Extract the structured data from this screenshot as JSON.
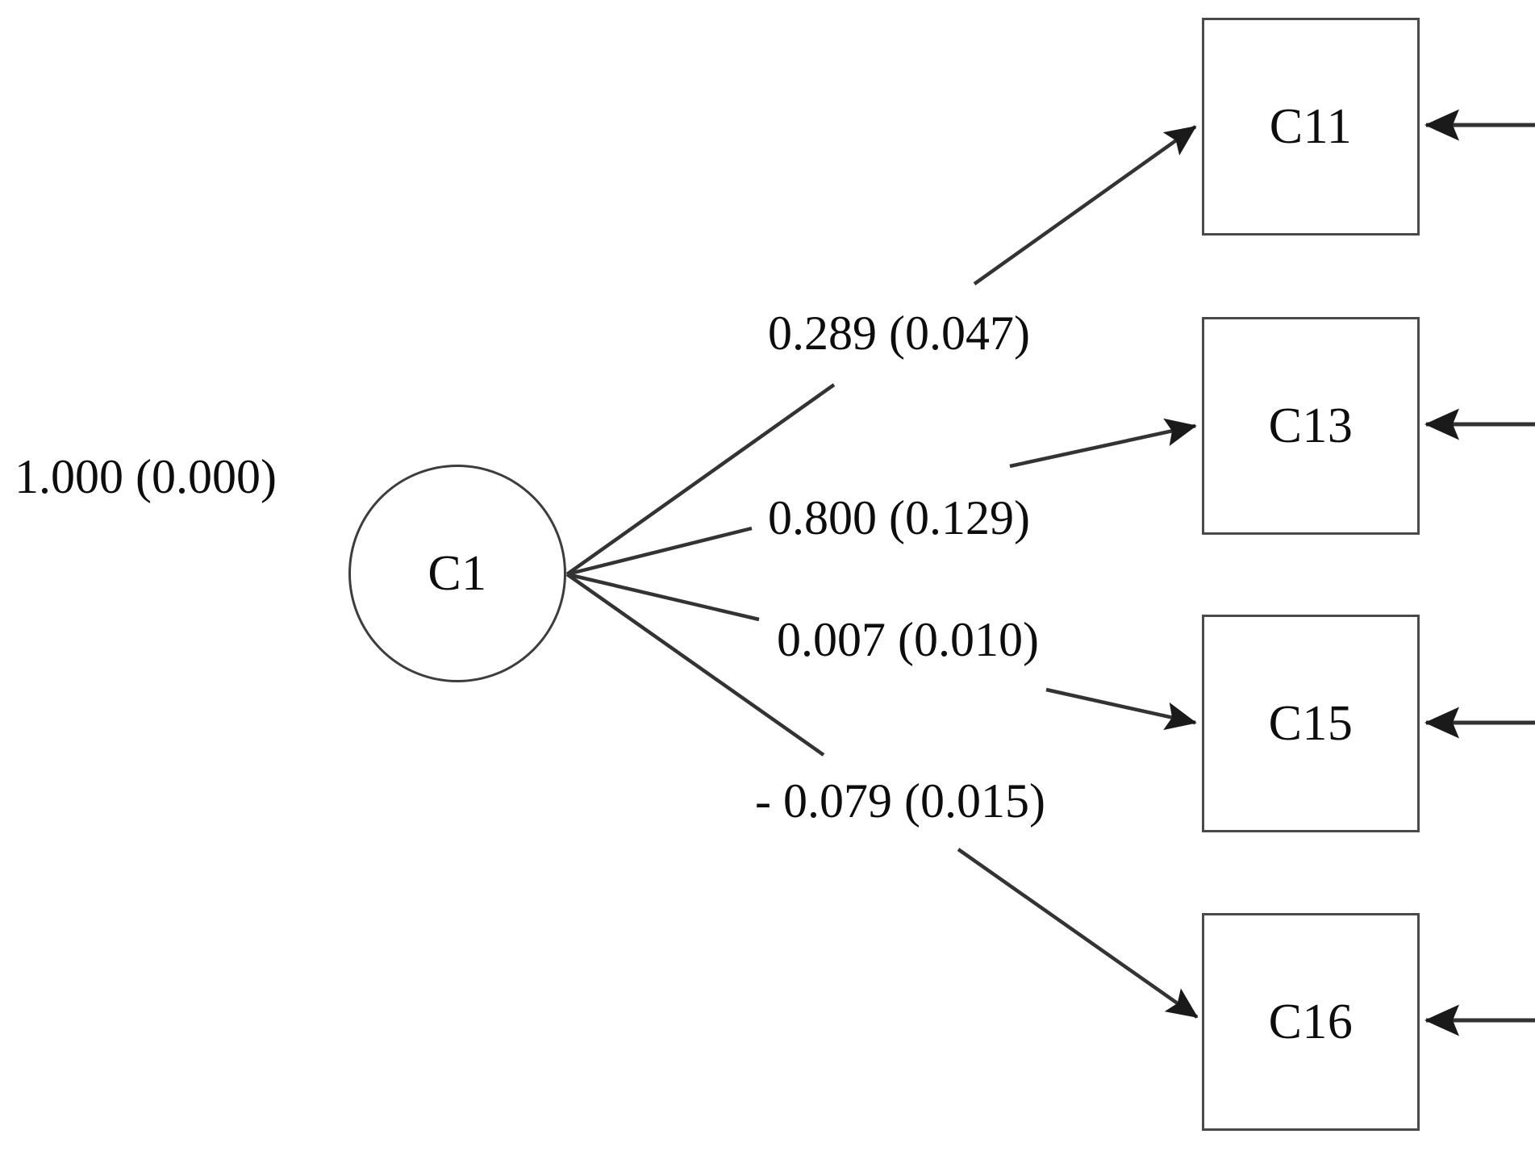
{
  "diagram": {
    "type": "sem-path-diagram",
    "latent": {
      "id": "C1",
      "label": "C1",
      "variance_label": "1.000 (0.000)"
    },
    "indicators": [
      {
        "id": "C11",
        "label": "C11",
        "loading_label": "0.289 (0.047)"
      },
      {
        "id": "C13",
        "label": "C13",
        "loading_label": "0.800 (0.129)"
      },
      {
        "id": "C15",
        "label": "C15",
        "loading_label": "0.007 (0.010)"
      },
      {
        "id": "C16",
        "label": "C16",
        "loading_label": "- 0.079 (0.015)"
      }
    ],
    "colors": {
      "background": "#ffffff",
      "stroke": "#4a4a4a",
      "line": "#333333",
      "text": "#0d0d0d"
    }
  },
  "chart_data": {
    "type": "diagram",
    "title": "",
    "model": "confirmatory factor analysis measurement model",
    "latent_variable": "C1",
    "latent_variance": {
      "estimate": 1.0,
      "std_error": 0.0,
      "text": "1.000 (0.000)"
    },
    "categories": [
      "C11",
      "C13",
      "C15",
      "C16"
    ],
    "series": [
      {
        "name": "Factor loading (estimate)",
        "values": [
          0.289,
          0.8,
          0.007,
          -0.079
        ]
      },
      {
        "name": "Standard error",
        "values": [
          0.047,
          0.129,
          0.01,
          0.015
        ]
      }
    ],
    "edges": [
      {
        "from": "C1",
        "to": "C11",
        "label": "0.289 (0.047)",
        "estimate": 0.289,
        "std_error": 0.047
      },
      {
        "from": "C1",
        "to": "C13",
        "label": "0.800 (0.129)",
        "estimate": 0.8,
        "std_error": 0.129
      },
      {
        "from": "C1",
        "to": "C15",
        "label": "0.007 (0.010)",
        "estimate": 0.007,
        "std_error": 0.01
      },
      {
        "from": "C1",
        "to": "C16",
        "label": "- 0.079 (0.015)",
        "estimate": -0.079,
        "std_error": 0.015
      }
    ],
    "residual_arrows": [
      "C11",
      "C13",
      "C15",
      "C16"
    ],
    "legend": [],
    "annotations": [
      "1.000 (0.000)"
    ]
  }
}
